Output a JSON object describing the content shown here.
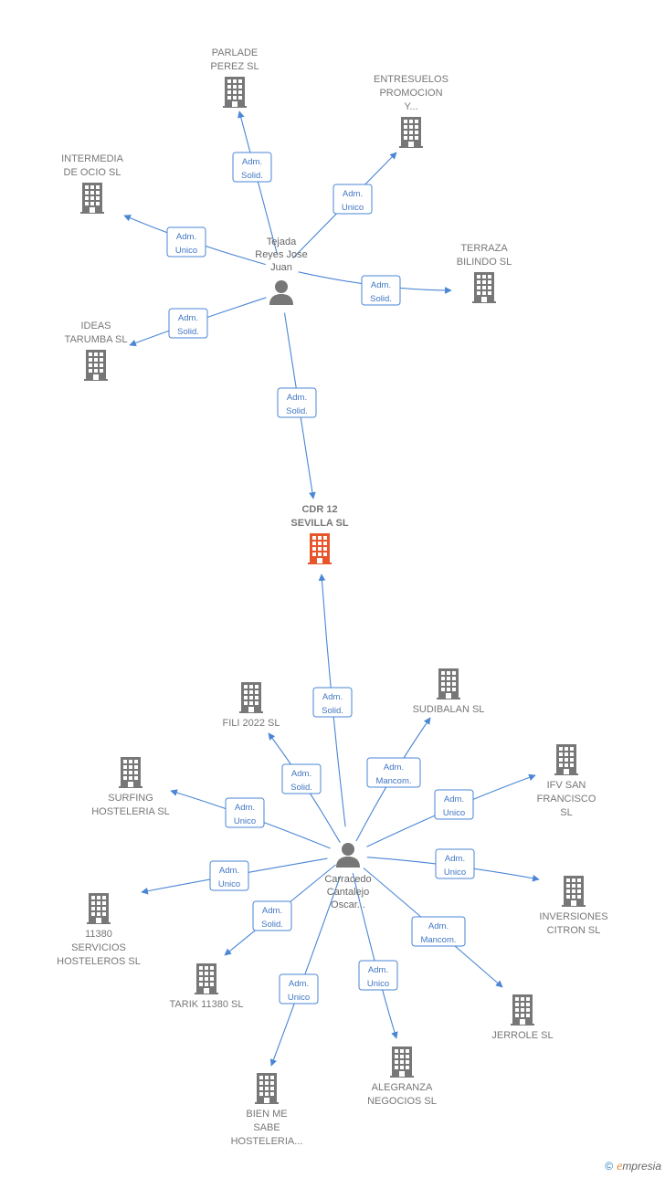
{
  "colors": {
    "building": "#777777",
    "center_building": "#e8552b",
    "person": "#777777",
    "edge": "#4a86d4"
  },
  "persons": [
    {
      "id": "p1",
      "lines": [
        "Tejada",
        "Reyes Jose",
        "Juan"
      ],
      "icon": "person-icon"
    },
    {
      "id": "p2",
      "lines": [
        "Carracedo",
        "Cantalejo",
        "Oscar..."
      ],
      "icon": "person-icon"
    }
  ],
  "companies": [
    {
      "id": "center",
      "lines": [
        "CDR 12",
        "SEVILLA  SL"
      ],
      "center": true
    },
    {
      "id": "parlade",
      "lines": [
        "PARLADE",
        "PEREZ SL"
      ]
    },
    {
      "id": "entresuelos",
      "lines": [
        "ENTRESUELOS",
        "PROMOCION",
        "Y..."
      ]
    },
    {
      "id": "intermedia",
      "lines": [
        "INTERMEDIA",
        "DE OCIO SL"
      ]
    },
    {
      "id": "terraza",
      "lines": [
        "TERRAZA",
        "BILINDO  SL"
      ]
    },
    {
      "id": "ideas",
      "lines": [
        "IDEAS",
        "TARUMBA  SL"
      ]
    },
    {
      "id": "fili",
      "lines": [
        "FILI 2022  SL"
      ]
    },
    {
      "id": "sudibalan",
      "lines": [
        "SUDIBALAN SL"
      ]
    },
    {
      "id": "surfing",
      "lines": [
        "SURFING",
        "HOSTELERIA SL"
      ]
    },
    {
      "id": "ifv",
      "lines": [
        "IFV SAN",
        "FRANCISCO",
        "SL"
      ]
    },
    {
      "id": "inversiones",
      "lines": [
        "INVERSIONES",
        "CITRON  SL"
      ]
    },
    {
      "id": "s11380",
      "lines": [
        "11380",
        "SERVICIOS",
        "HOSTELEROS SL"
      ]
    },
    {
      "id": "tarik",
      "lines": [
        "TARIK 11380 SL"
      ]
    },
    {
      "id": "jerrole",
      "lines": [
        "JERROLE SL"
      ]
    },
    {
      "id": "alegranza",
      "lines": [
        "ALEGRANZA",
        "NEGOCIOS  SL"
      ]
    },
    {
      "id": "bienme",
      "lines": [
        "BIEN ME",
        "SABE",
        "HOSTELERIA..."
      ]
    }
  ],
  "edges": [
    {
      "from": "p1",
      "to": "parlade",
      "label": [
        "Adm.",
        "Solid."
      ]
    },
    {
      "from": "p1",
      "to": "entresuelos",
      "label": [
        "Adm.",
        "Unico"
      ]
    },
    {
      "from": "p1",
      "to": "intermedia",
      "label": [
        "Adm.",
        "Unico"
      ]
    },
    {
      "from": "p1",
      "to": "terraza",
      "label": [
        "Adm.",
        "Solid."
      ]
    },
    {
      "from": "p1",
      "to": "ideas",
      "label": [
        "Adm.",
        "Solid."
      ]
    },
    {
      "from": "p1",
      "to": "center",
      "label": [
        "Adm.",
        "Solid."
      ]
    },
    {
      "from": "p2",
      "to": "center",
      "label": [
        "Adm.",
        "Solid."
      ]
    },
    {
      "from": "p2",
      "to": "fili",
      "label": [
        "Adm.",
        "Solid."
      ]
    },
    {
      "from": "p2",
      "to": "sudibalan",
      "label": [
        "Adm.",
        "Mancom."
      ]
    },
    {
      "from": "p2",
      "to": "surfing",
      "label": [
        "Adm.",
        "Unico"
      ]
    },
    {
      "from": "p2",
      "to": "ifv",
      "label": [
        "Adm.",
        "Unico"
      ]
    },
    {
      "from": "p2",
      "to": "inversiones",
      "label": [
        "Adm.",
        "Unico"
      ]
    },
    {
      "from": "p2",
      "to": "s11380",
      "label": [
        "Adm.",
        "Unico"
      ]
    },
    {
      "from": "p2",
      "to": "tarik",
      "label": [
        "Adm.",
        "Solid."
      ]
    },
    {
      "from": "p2",
      "to": "jerrole",
      "label": [
        "Adm.",
        "Mancom."
      ]
    },
    {
      "from": "p2",
      "to": "alegranza",
      "label": [
        "Adm.",
        "Unico"
      ]
    },
    {
      "from": "p2",
      "to": "bienme",
      "label": [
        "Adm.",
        "Unico"
      ]
    }
  ],
  "footer": {
    "copyright": "©",
    "brand_initial": "e",
    "brand_rest": "mpresia"
  }
}
